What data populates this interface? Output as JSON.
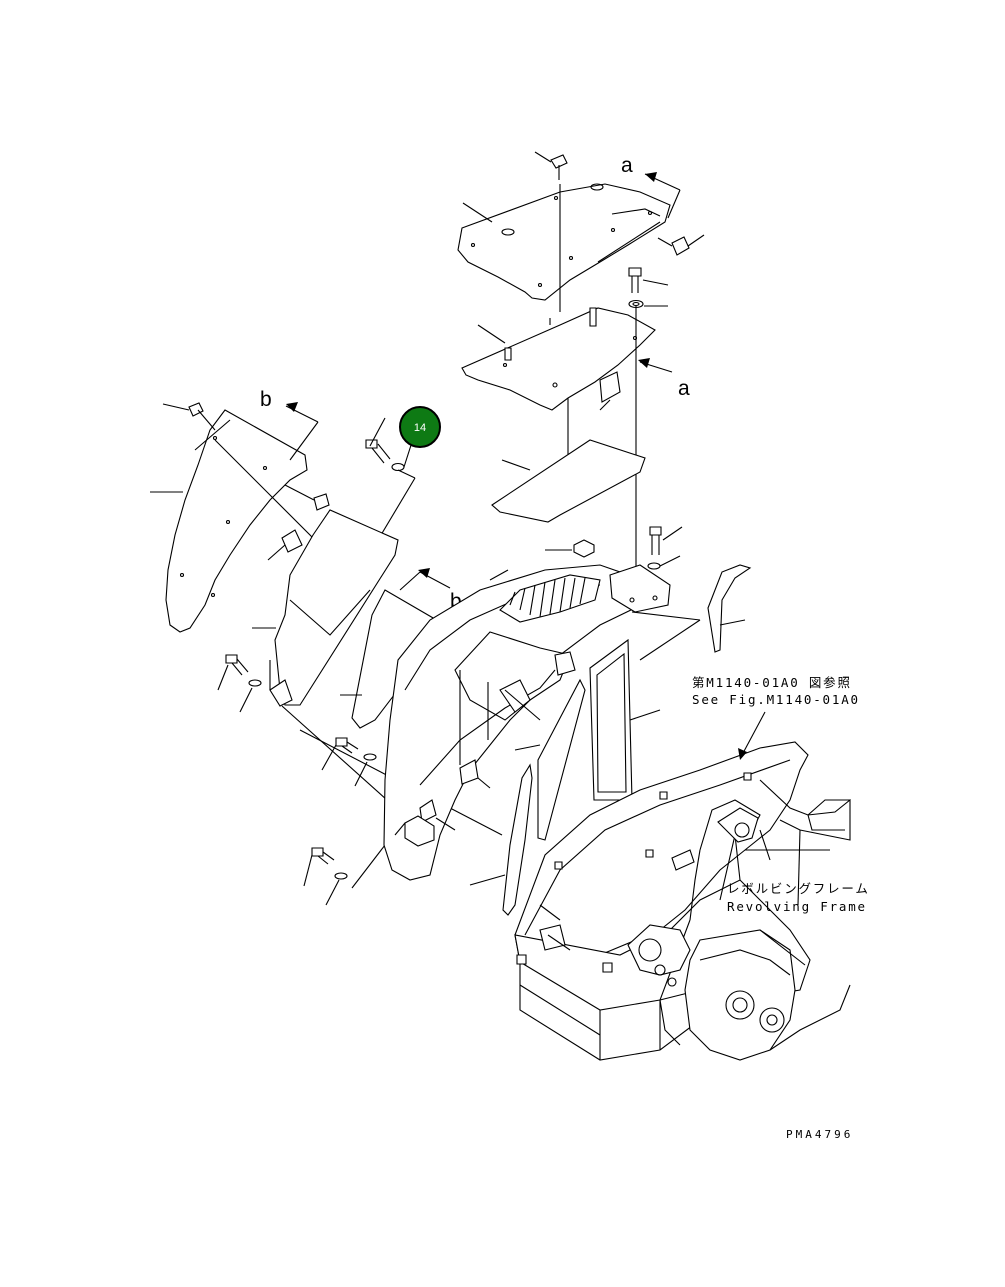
{
  "view_labels": {
    "a": "a",
    "b": "b"
  },
  "callout": {
    "number": "14",
    "fill": "#0e7a14",
    "ring": "#000000"
  },
  "notes": {
    "see_fig_jp": "第M1140-01A0 図参照",
    "see_fig_en": "See Fig.M1140-01A0",
    "frame_jp": "レボルビングフレーム",
    "frame_en": "Revolving Frame"
  },
  "drawing_code": "PMA4796",
  "colors": {
    "line": "#000000",
    "background": "#ffffff",
    "callout_fill": "#0e7a14"
  }
}
